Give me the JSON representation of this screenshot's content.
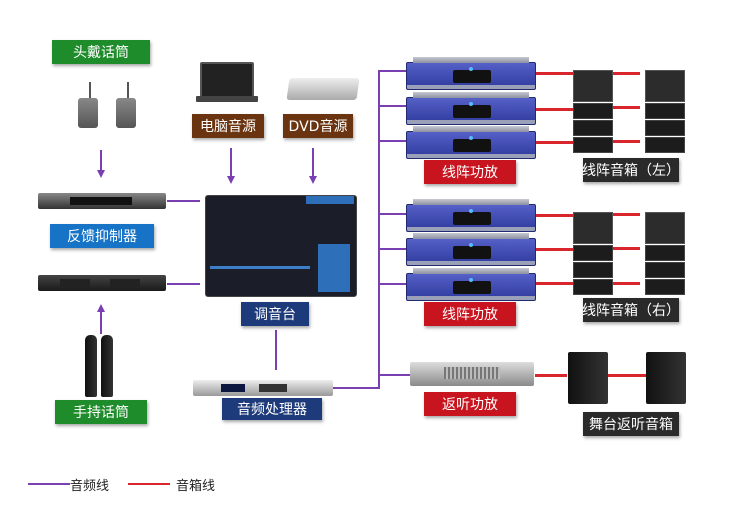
{
  "diagram": {
    "title": "",
    "sources": {
      "headset_mic": "头戴话筒",
      "feedback_suppressor": "反馈抑制器",
      "handheld_mic": "手持话筒",
      "pc_source": "电脑音源",
      "dvd_source": "DVD音源",
      "mixer": "调音台",
      "audio_processor": "音频处理器"
    },
    "outputs": {
      "line_array_amp_top": "线阵功放",
      "line_array_speaker_left": "线阵音箱（左）",
      "line_array_amp_bottom": "线阵功放",
      "line_array_speaker_right": "线阵音箱（右）",
      "monitor_amp": "返听功放",
      "stage_monitor_speaker": "舞台返听音箱"
    },
    "legend": {
      "audio_line": "音频线",
      "speaker_line": "音箱线"
    },
    "colors": {
      "audio_line": "#7a3fb0",
      "speaker_line": "#d9262c",
      "mic_label": "#1e8c2a",
      "source_label": "#6b3410",
      "processor_label": "#1d3a7a",
      "feedback_label": "#1673c6",
      "amp_label": "#c8141e",
      "speaker_label": "#2a2a2a"
    }
  }
}
